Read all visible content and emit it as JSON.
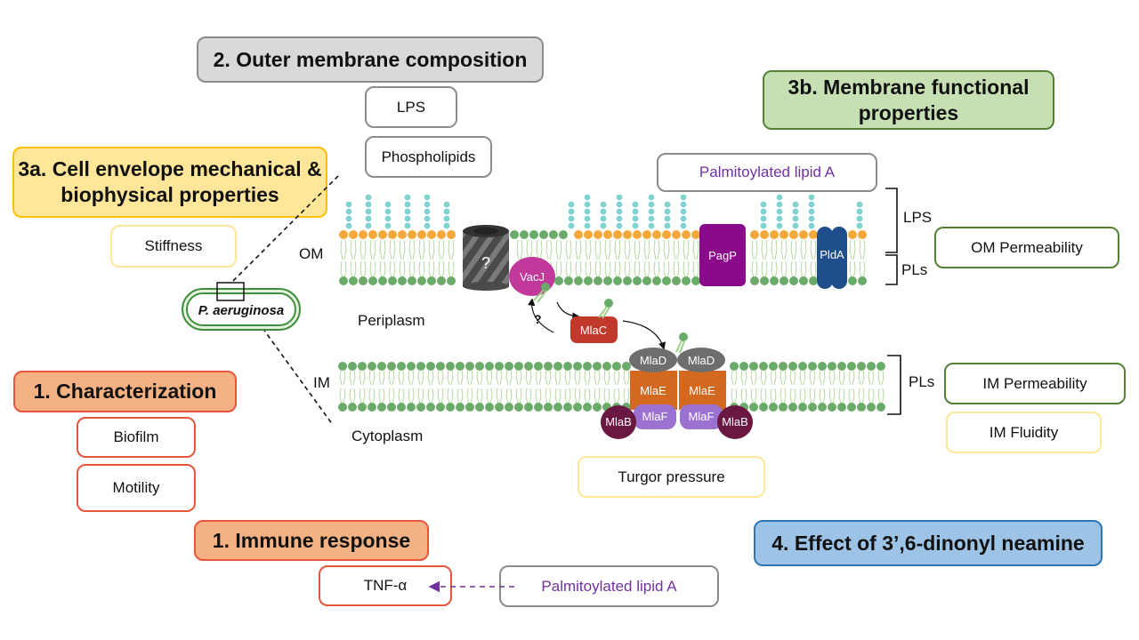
{
  "headers": {
    "outer_membrane": "2. Outer membrane composition",
    "membrane_functional": "3b. Membrane functional properties",
    "cell_envelope": "3a. Cell envelope mechanical & biophysical properties",
    "characterization": "1. Characterization",
    "immune_response": "1. Immune response",
    "effect": "4. Effect of 3’,6-dinonyl neamine"
  },
  "items": {
    "lps": "LPS",
    "phospholipids": "Phospholipids",
    "palmitoylated_top": "Palmitoylated lipid A",
    "stiffness": "Stiffness",
    "om_permeability": "OM Permeability",
    "im_permeability": "IM Permeability",
    "im_fluidity": "IM Fluidity",
    "turgor_pressure": "Turgor pressure",
    "biofilm": "Biofilm",
    "motility": "Motility",
    "tnf": "TNF-α",
    "palmitoylated_bottom": "Palmitoylated lipid A"
  },
  "labels": {
    "om": "OM",
    "im": "IM",
    "periplasm": "Periplasm",
    "cytoplasm": "Cytoplasm",
    "lps_bracket": "LPS",
    "pls_om": "PLs",
    "pls_im": "PLs",
    "organism": "P. aeruginosa",
    "unknown_channel": "?",
    "unknown_transfer": "?"
  },
  "proteins": {
    "vacj": "VacJ",
    "pagp": "PagP",
    "plda": "PldA",
    "mlac": "MlaC",
    "mlad": "MlaD",
    "mlae": "MlaE",
    "mlaf": "MlaF",
    "mlab": "MlaB"
  },
  "colors": {
    "gray": "#d9d9d9",
    "green_fill": "#c6e0b4",
    "green_border": "#548235",
    "yellow_fill": "#ffe699",
    "yellow_border": "#ffc000",
    "orange_fill": "#f4b183",
    "red_border": "#e8543c",
    "blue_fill": "#9dc3e6",
    "blue_border": "#2e75b6",
    "purple_text": "#7030a0",
    "head_green": "#6aab6a",
    "lps_cyan": "#7fd3d0",
    "core_orange": "#f4a83a",
    "tail": "#b5d9a0"
  }
}
